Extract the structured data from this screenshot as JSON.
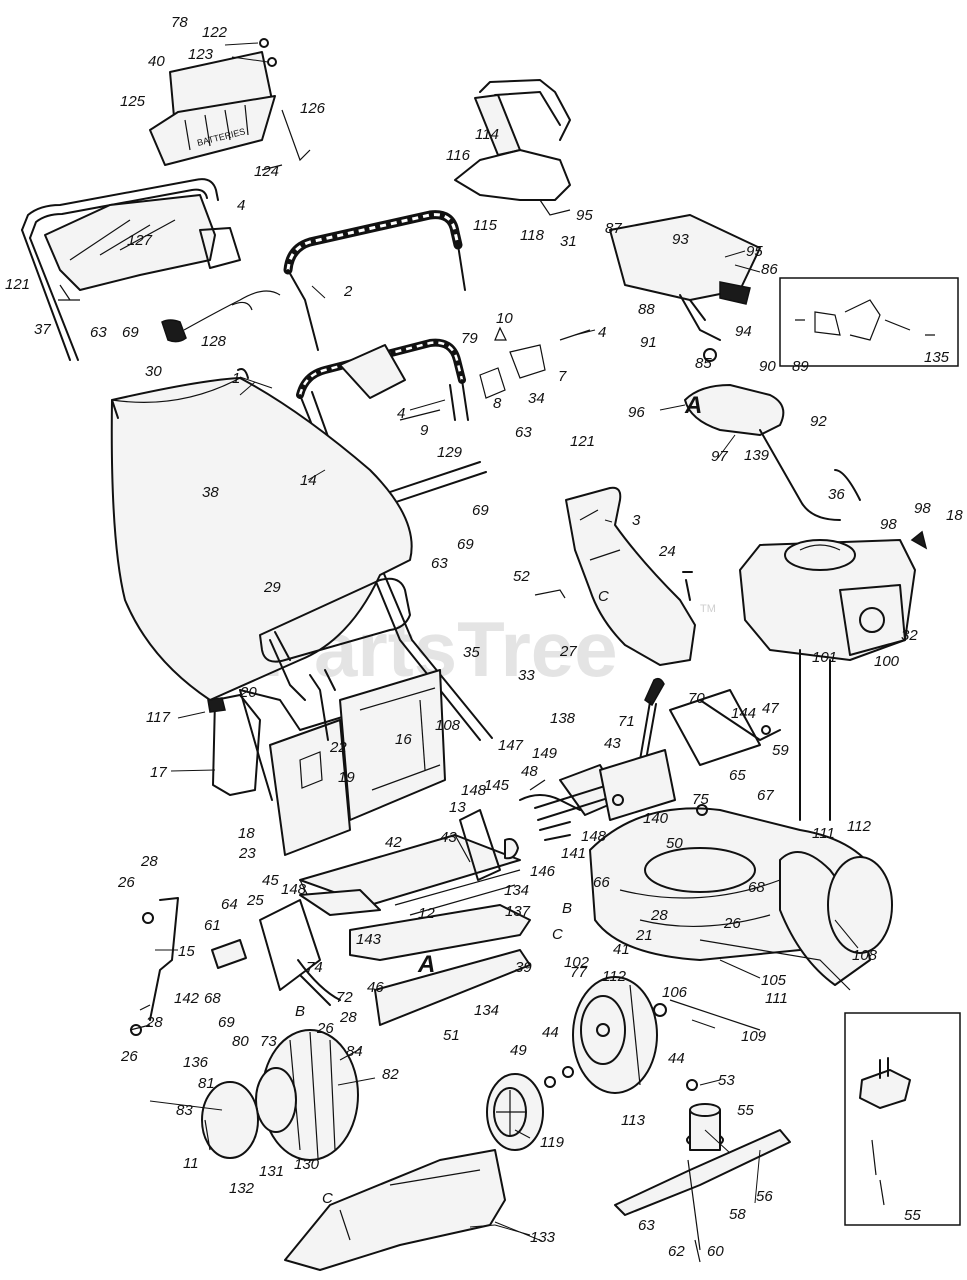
{
  "watermark": {
    "text": "PartsTree",
    "tm": "TM"
  },
  "callouts": {
    "c1": "1",
    "c2": "2",
    "c3": "3",
    "c4a": "4",
    "c4b": "4",
    "c4c": "4",
    "c7": "7",
    "c8": "8",
    "c9": "9",
    "c10": "10",
    "c11": "11",
    "c12": "12",
    "c13": "13",
    "c14": "14",
    "c15": "15",
    "c16": "16",
    "c17": "17",
    "c18a": "18",
    "c18b": "18",
    "c19": "19",
    "c20": "20",
    "c21": "21",
    "c22": "22",
    "c23": "23",
    "c24": "24",
    "c25": "25",
    "c26a": "26",
    "c26b": "26",
    "c26c": "26",
    "c26d": "26",
    "c27": "27",
    "c28a": "28",
    "c28b": "28",
    "c28c": "28",
    "c28d": "28",
    "c29": "29",
    "c30": "30",
    "c31": "31",
    "c32": "32",
    "c33": "33",
    "c34": "34",
    "c35": "35",
    "c36": "36",
    "c37": "37",
    "c38": "38",
    "c39": "39",
    "c40": "40",
    "c41": "41",
    "c42": "42",
    "c43a": "43",
    "c43b": "43",
    "c44a": "44",
    "c44b": "44",
    "c45": "45",
    "c46": "46",
    "c47": "47",
    "c48": "48",
    "c49": "49",
    "c50": "50",
    "c51": "51",
    "c52": "52",
    "c53": "53",
    "c55a": "55",
    "c55b": "55",
    "c56": "56",
    "c58": "58",
    "c59": "59",
    "c60": "60",
    "c61": "61",
    "c62": "62",
    "c63a": "63",
    "c63b": "63",
    "c63c": "63",
    "c63d": "63",
    "c64": "64",
    "c65": "65",
    "c66": "66",
    "c67": "67",
    "c68a": "68",
    "c68b": "68",
    "c69a": "69",
    "c69b": "69",
    "c69c": "69",
    "c69d": "69",
    "c70": "70",
    "c71": "71",
    "c72": "72",
    "c73": "73",
    "c74": "74",
    "c75": "75",
    "c77": "77",
    "c78": "78",
    "c79": "79",
    "c80": "80",
    "c81": "81",
    "c82": "82",
    "c83": "83",
    "c84": "84",
    "c85": "85",
    "c86": "86",
    "c87": "87",
    "c88": "88",
    "c89": "89",
    "c90": "90",
    "c91": "91",
    "c92": "92",
    "c93": "93",
    "c94": "94",
    "c95a": "95",
    "c95b": "95",
    "c96": "96",
    "c97": "97",
    "c98a": "98",
    "c98b": "98",
    "c100": "100",
    "c101": "101",
    "c102": "102",
    "c105": "105",
    "c106": "106",
    "c108a": "108",
    "c108b": "108",
    "c109": "109",
    "c111a": "111",
    "c111b": "111",
    "c112a": "112",
    "c112b": "112",
    "c113": "113",
    "c114": "114",
    "c115": "115",
    "c116": "116",
    "c117": "117",
    "c118": "118",
    "c119": "119",
    "c121a": "121",
    "c121b": "121",
    "c122": "122",
    "c123": "123",
    "c124": "124",
    "c125": "125",
    "c126": "126",
    "c127": "127",
    "c128": "128",
    "c129": "129",
    "c130": "130",
    "c131": "131",
    "c132": "132",
    "c133": "133",
    "c134a": "134",
    "c134b": "134",
    "c135": "135",
    "c136": "136",
    "c137": "137",
    "c138": "138",
    "c139": "139",
    "c140": "140",
    "c141": "141",
    "c142": "142",
    "c143": "143",
    "c144": "144",
    "c145": "145",
    "c146": "146",
    "c147": "147",
    "c148a": "148",
    "c148b": "148",
    "c148c": "148",
    "c149": "149"
  },
  "markers": {
    "A1": "A",
    "A2": "A",
    "B1": "B",
    "B2": "B",
    "C1": "C",
    "C2": "C",
    "C3": "C"
  },
  "box_text": {
    "batteries": "BATTERIES"
  }
}
